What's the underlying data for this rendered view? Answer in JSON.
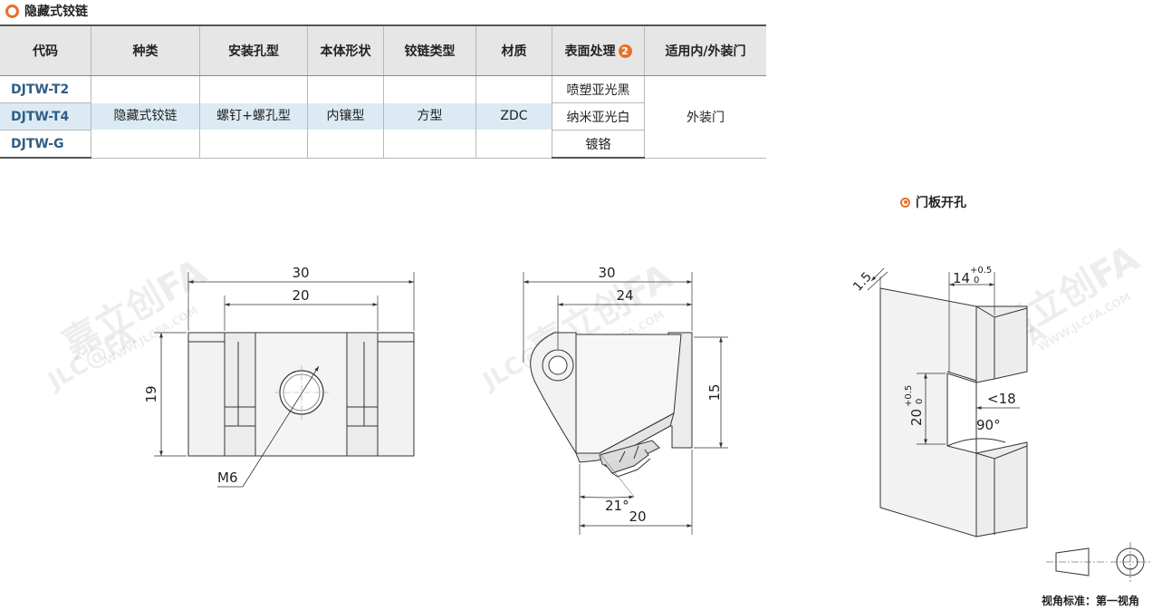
{
  "title": "隐藏式铰链",
  "table": {
    "headers": [
      "代码",
      "种类",
      "安装孔型",
      "本体形状",
      "铰链类型",
      "材质",
      "表面处理",
      "适用内/外装门"
    ],
    "surface_note_number": "2",
    "codes": [
      "DJTW-T2",
      "DJTW-T4",
      "DJTW-G"
    ],
    "type": "隐藏式铰链",
    "hole_type": "螺钉+螺孔型",
    "body_shape": "内镶型",
    "hinge_type": "方型",
    "material": "ZDC",
    "surface": [
      "喷塑亚光黑",
      "纳米亚光白",
      "镀铬"
    ],
    "door": "外装门"
  },
  "door_cutout_title": "门板开孔",
  "dims": {
    "front_30": "30",
    "front_20": "20",
    "front_19": "19",
    "front_m6": "M6",
    "side_30": "30",
    "side_24": "24",
    "side_15": "15",
    "side_21deg": "21°",
    "side_20": "20",
    "door_15": "1.5",
    "door_14": "14",
    "door_14_tol_up": "+0.5",
    "door_14_tol_dn": "0",
    "door_20": "20",
    "door_20_tol_up": "+0.5",
    "door_20_tol_dn": "0",
    "door_lt18": "<18",
    "door_90deg": "90°"
  },
  "watermark": "嘉立创FA",
  "watermark_url": "WWW.JLCFA.COM",
  "watermark_logo": "JLC@FA",
  "projection_label": "视角标准：第一视角"
}
